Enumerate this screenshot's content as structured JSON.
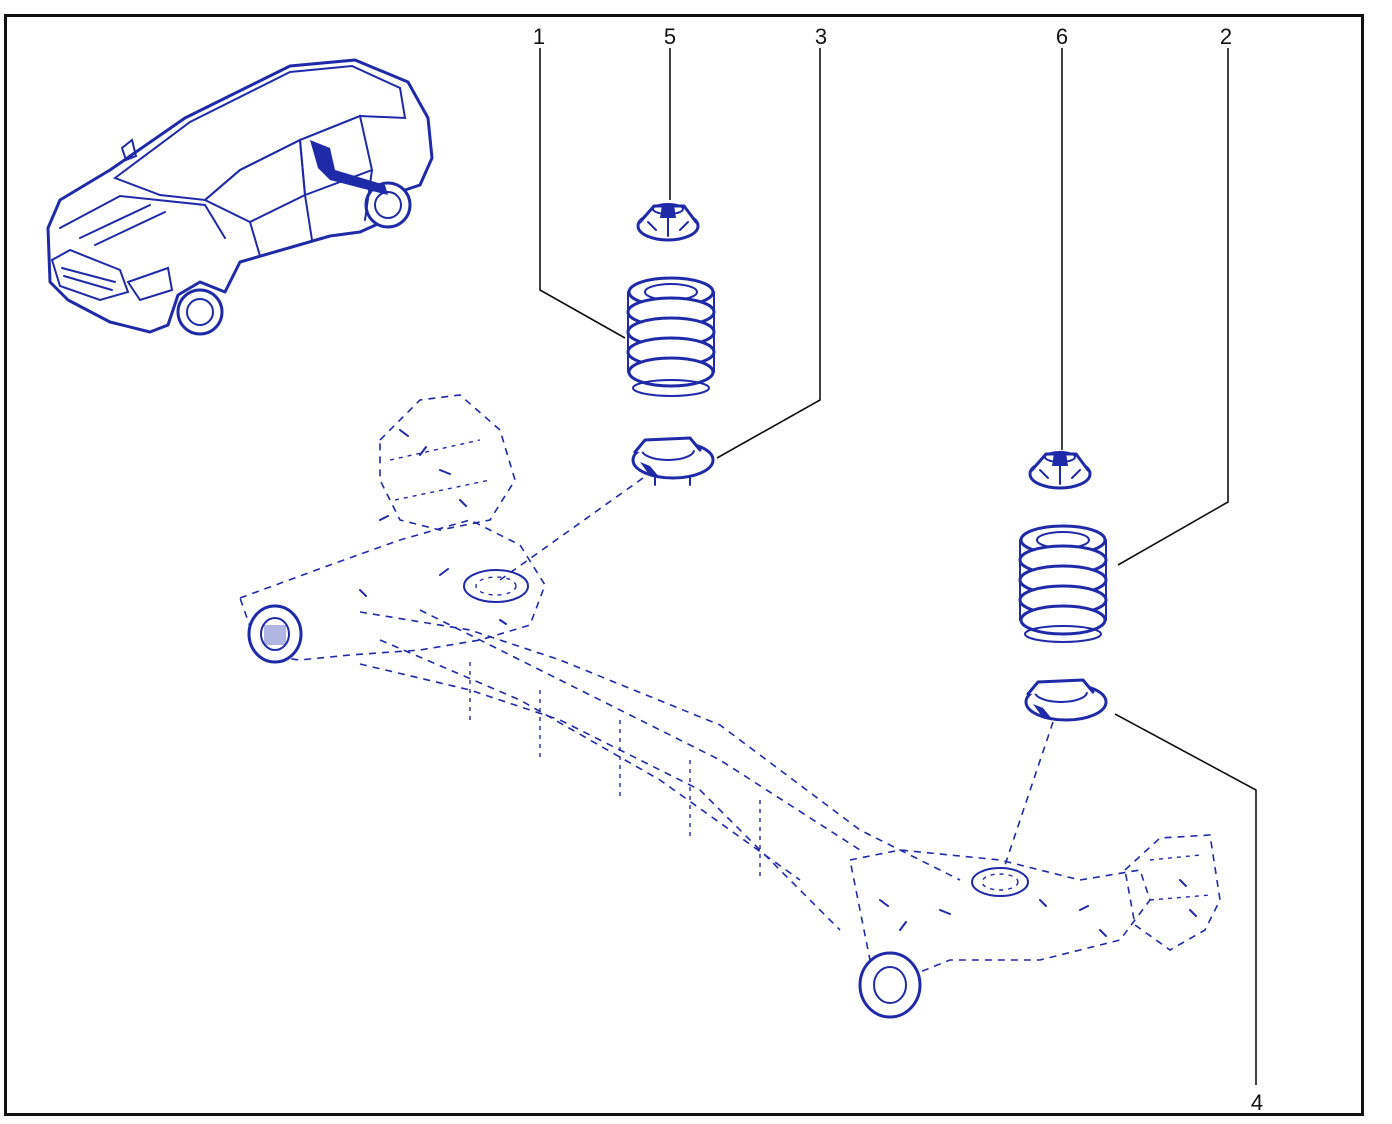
{
  "callouts": {
    "c1": "1",
    "c2": "2",
    "c3": "3",
    "c4": "4",
    "c5": "5",
    "c6": "6"
  },
  "colors": {
    "line_art": "#1f2aa8",
    "frame": "#111111",
    "background": "#ffffff"
  }
}
